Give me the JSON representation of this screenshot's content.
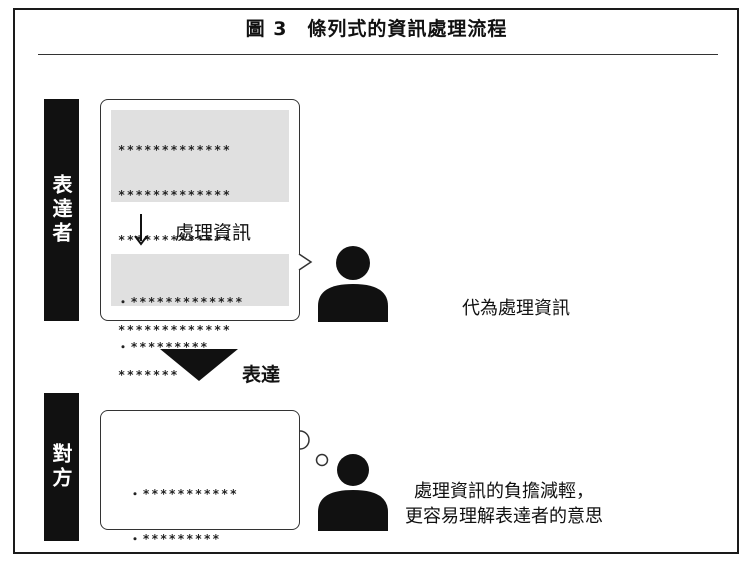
{
  "title": "圖 3　條列式的資訊處理流程",
  "speaker": {
    "label": "表達者",
    "raw_lines": [
      "*************",
      "*************",
      "*************",
      "*************",
      "*************",
      "*******"
    ],
    "process_label": "處理資訊",
    "bullets": [
      "・*************",
      "・*********"
    ],
    "note": "代為處理資訊"
  },
  "convey_label": "表達",
  "listener": {
    "label": "對方",
    "bullets": [
      "・***********",
      "・*********"
    ],
    "note_lines": [
      "處理資訊的負擔減輕，",
      "更容易理解表達者的意思"
    ]
  }
}
